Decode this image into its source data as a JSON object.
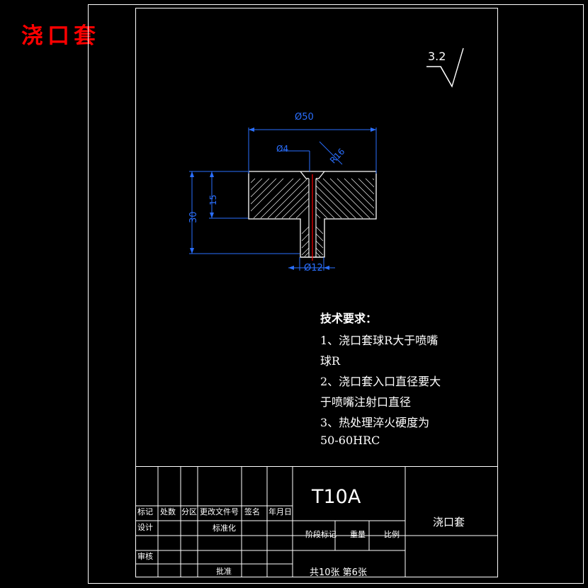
{
  "drawing": {
    "red_title": "浇口套",
    "surface_finish": "3.2",
    "technical_requirements": {
      "heading": "技术要求：",
      "lines": [
        "1、浇口套球R大于喷嘴",
        "球R",
        "2、浇口套入口直径要大",
        "于喷嘴注射口直径",
        "3、热处理淬火硬度为",
        "50-60HRC"
      ]
    },
    "dimensions": {
      "top_diameter": "Ø50",
      "bore_inlet": "Ø4",
      "radius": "R16",
      "flange_thickness": "15",
      "total_height": "30",
      "body_diameter": "Ø12"
    },
    "colors": {
      "background": "#000000",
      "frame": "#ffffff",
      "dimension": "#2a6fff",
      "centerline": "#ff0000",
      "title": "#ff0000"
    }
  },
  "title_block": {
    "material": "T10A",
    "part_name": "浇口套",
    "row_labels": [
      "标记",
      "处数",
      "分区",
      "更改文件号",
      "签名",
      "年月日"
    ],
    "left_rows": [
      "设计",
      "审核"
    ],
    "standardize": "标准化",
    "approve": "批准",
    "stage_mark": "阶段标记",
    "weight": "重量",
    "scale": "比例",
    "sheet_info": "共10张 第6张"
  }
}
